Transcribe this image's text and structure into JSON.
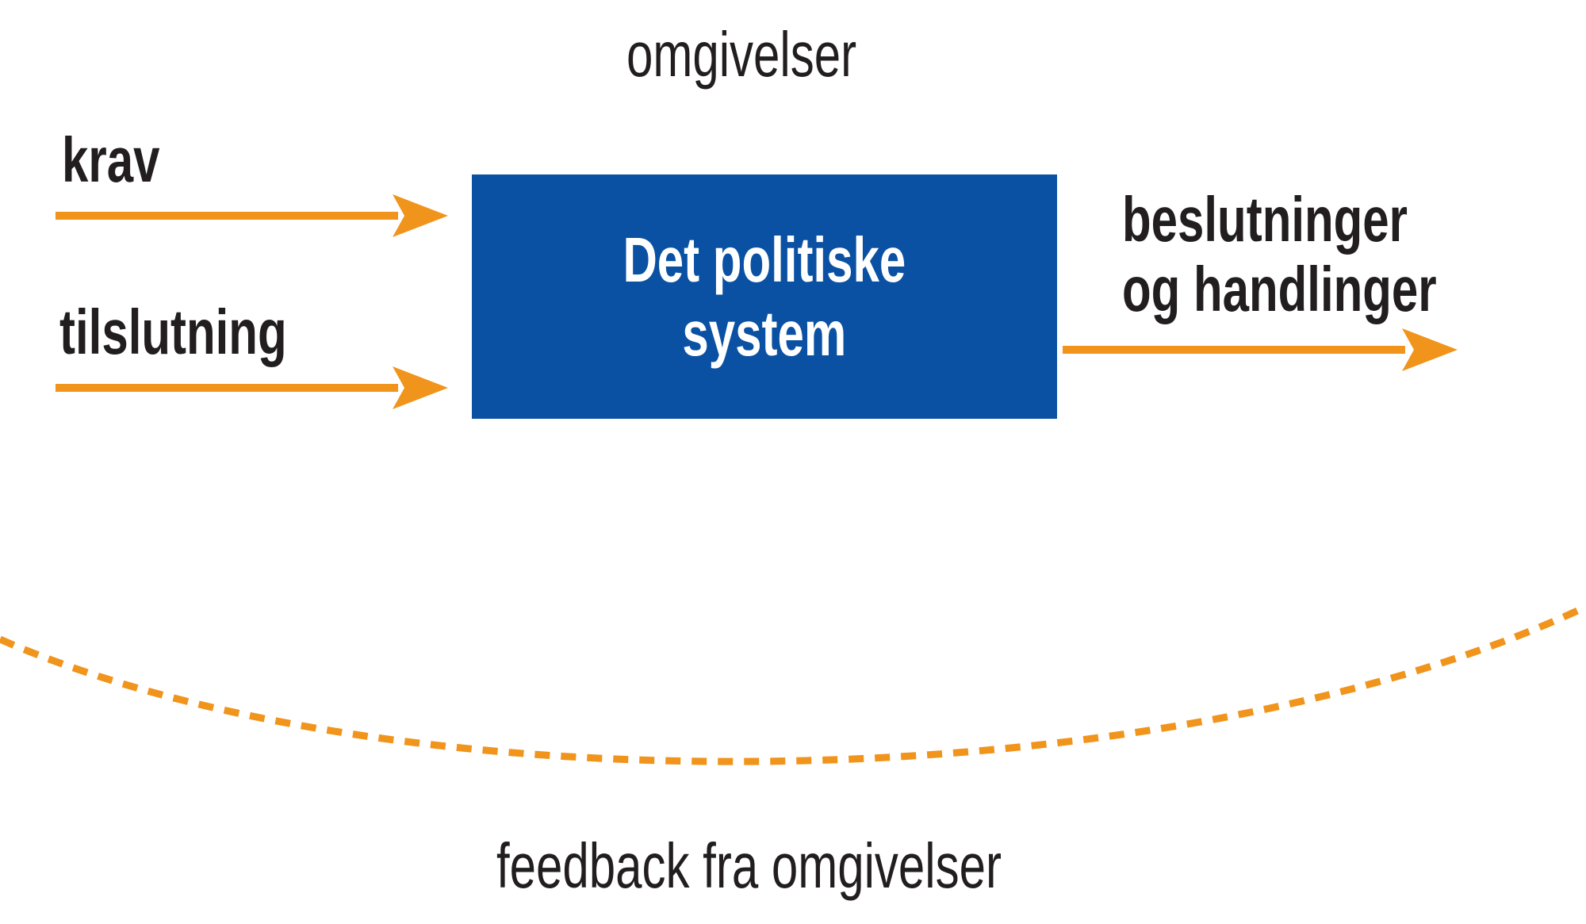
{
  "diagram": {
    "environment_label": "omgivelser",
    "inputs": [
      {
        "label": "krav"
      },
      {
        "label": "tilslutning"
      }
    ],
    "system_box": {
      "line1": "Det politiske",
      "line2": "system"
    },
    "output": {
      "line1": "beslutninger",
      "line2": "og handlinger"
    },
    "feedback_label": "feedback fra omgivelser",
    "colors": {
      "accent_orange": "#F0941C",
      "box_blue": "#0B51A3",
      "ink": "#221E1F"
    }
  }
}
